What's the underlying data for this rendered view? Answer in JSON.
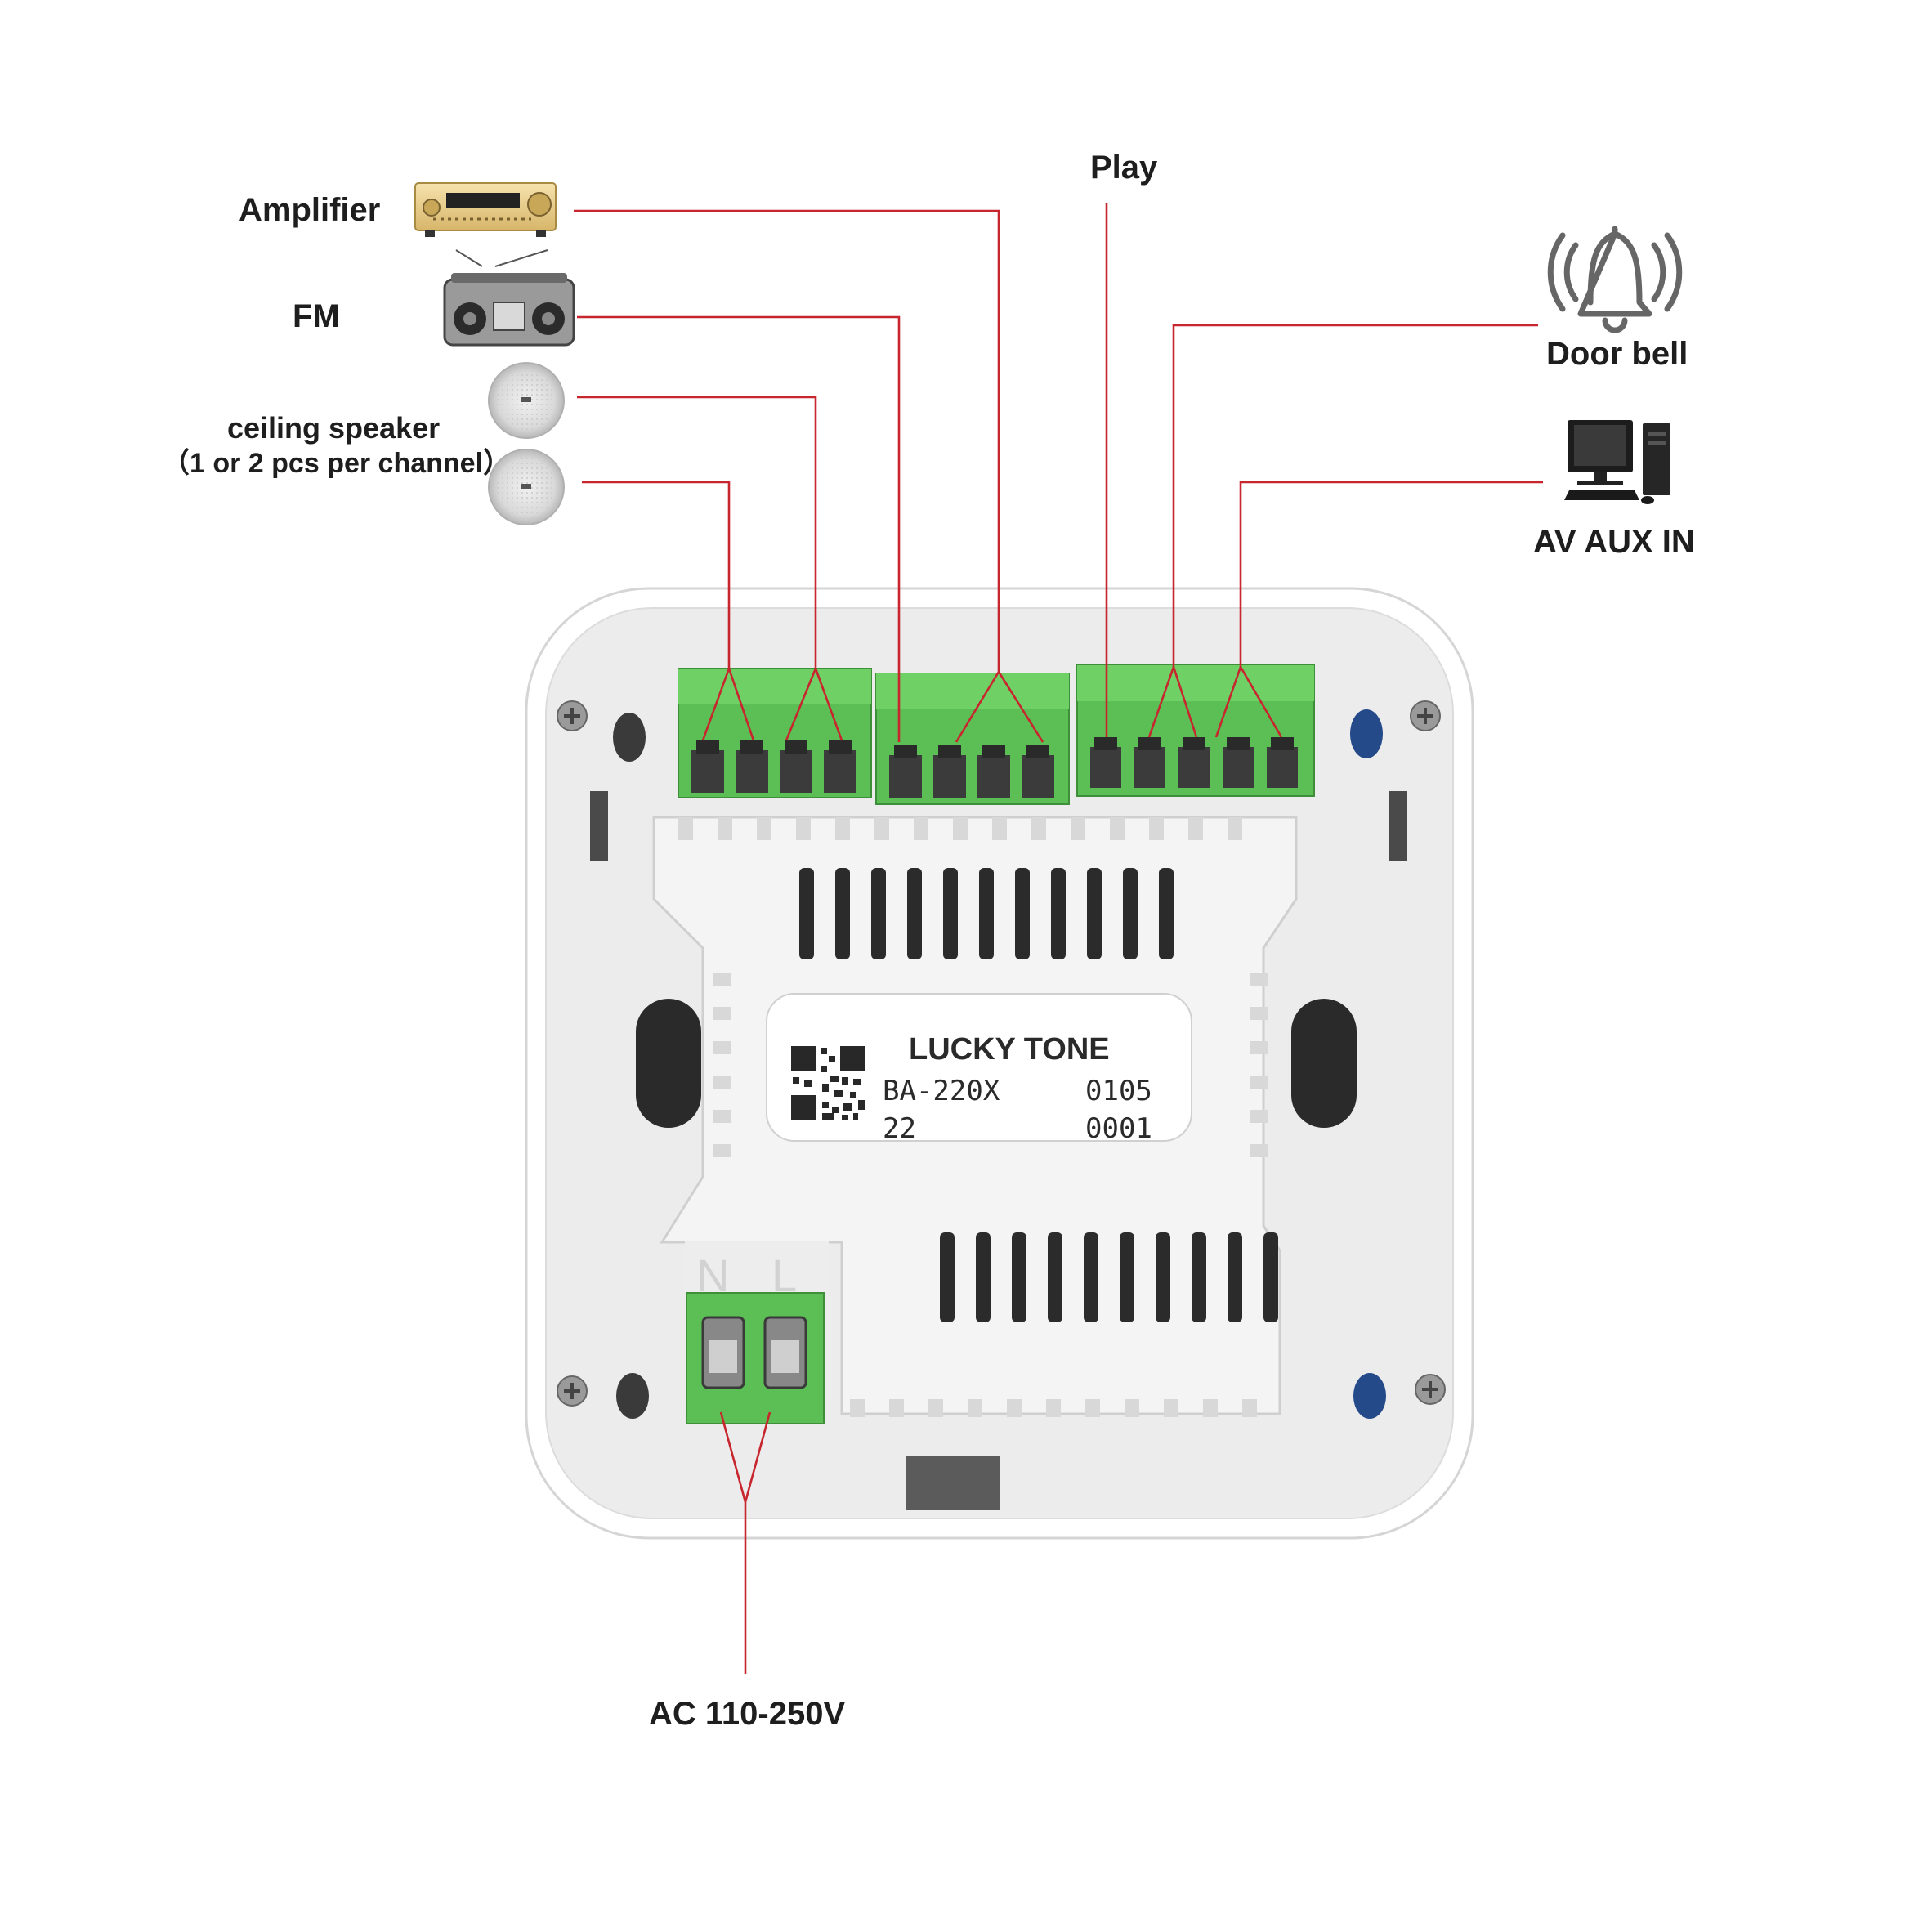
{
  "labels": {
    "amplifier": "Amplifier",
    "fm": "FM",
    "ceiling_speaker": "ceiling speaker",
    "ceiling_speaker_note": "（1 or 2 pcs per channel）",
    "play": "Play",
    "door_bell": "Door bell",
    "av_aux_in": "AV AUX IN",
    "ac_power": "AC 110-250V"
  },
  "device_tag": {
    "brand": "LUCKY TONE",
    "model": "BA-220X",
    "code_a": "0105",
    "code_b": "22",
    "code_c": "0001"
  },
  "power_terminal": {
    "n": "N",
    "l": "L"
  },
  "icons": {
    "amplifier": "amplifier-icon",
    "fm": "boombox-radio-icon",
    "speaker": "ceiling-speaker-icon",
    "bell": "door-bell-icon",
    "computer": "desktop-computer-icon",
    "qr": "qr-code-icon"
  },
  "colors": {
    "wire": "#c7262e",
    "terminal": "#5cbf55",
    "device_body": "#ececec"
  }
}
